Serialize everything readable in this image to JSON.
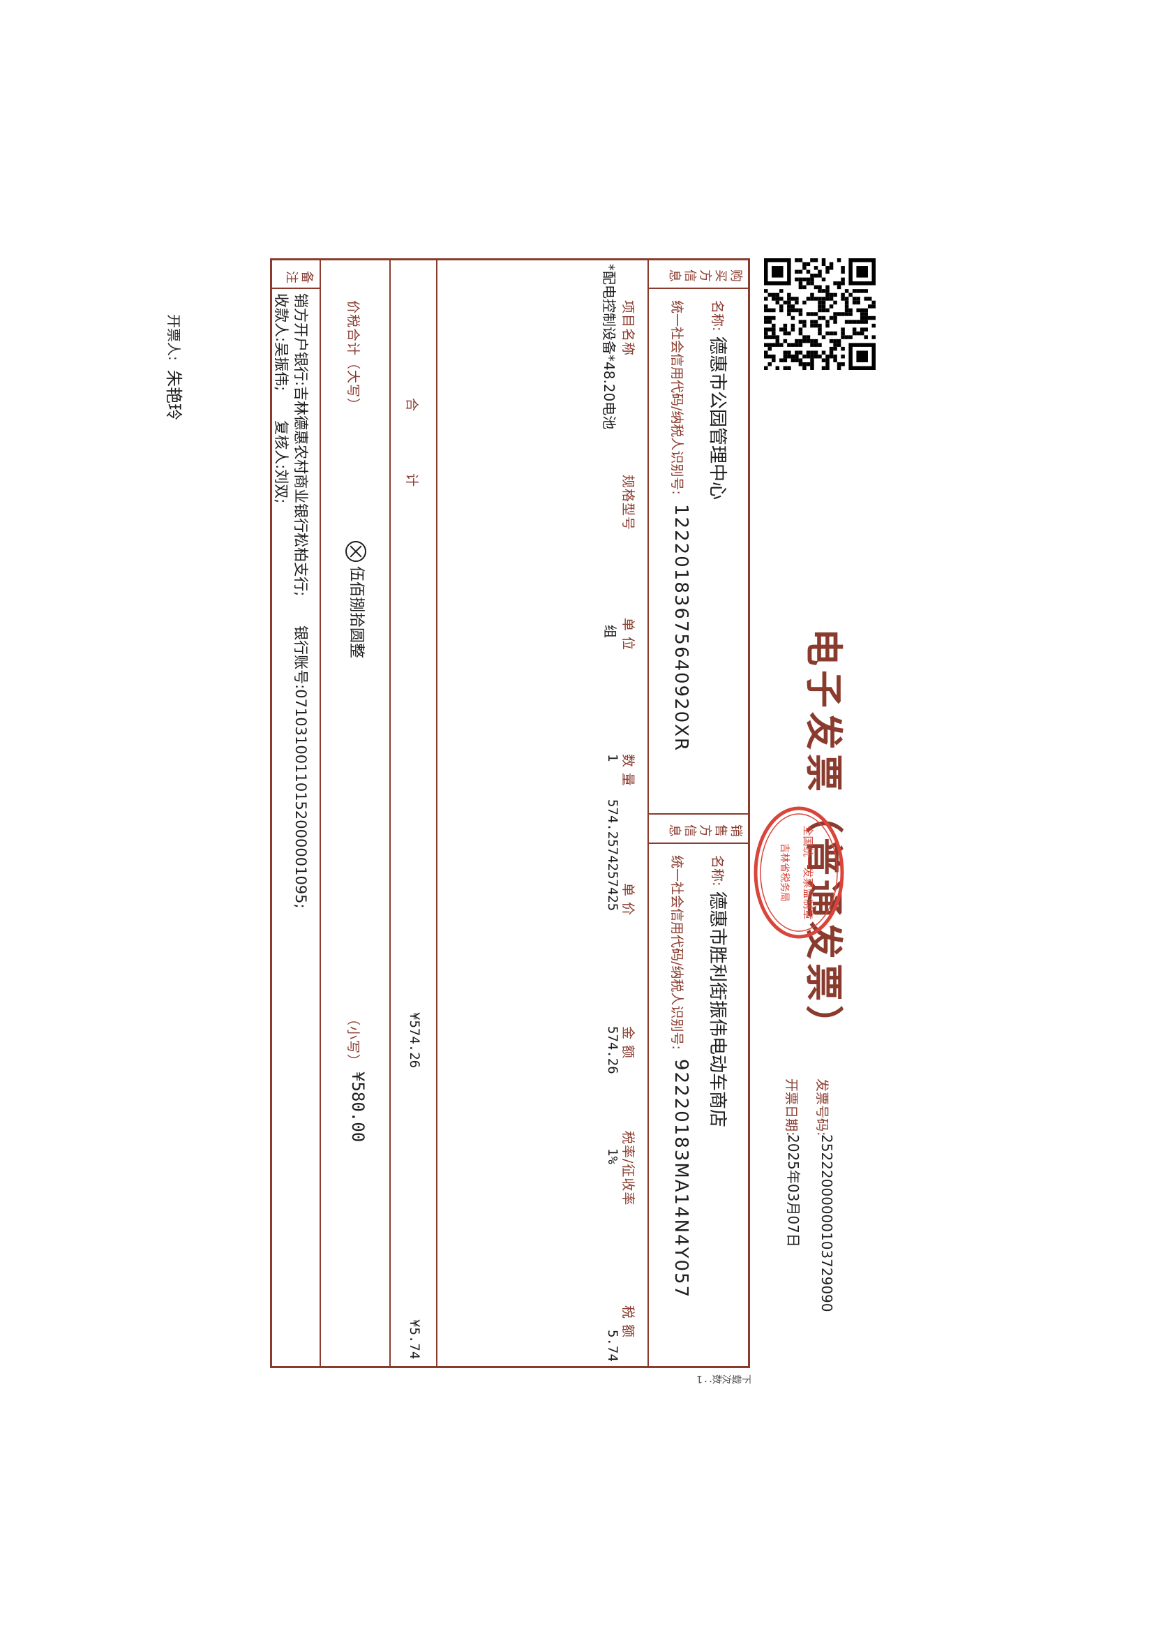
{
  "invoice": {
    "title": "电子发票（普通发票）",
    "invoice_number_label": "发票号码:",
    "invoice_number": "25222000000103729090",
    "issue_date_label": "开票日期:",
    "issue_date": "2025年03月07日",
    "download_count": "下载次数：1"
  },
  "buyer": {
    "section_label": "购买方信息",
    "name_label": "名称:",
    "name": "德惠市公园管理中心",
    "tax_id_label": "统一社会信用代码/纳税人识别号:",
    "tax_id": "12220183675640920XR"
  },
  "seller": {
    "section_label": "销售方信息",
    "name_label": "名称:",
    "name": "德惠市胜利街振伟电动车商店",
    "tax_id_label": "统一社会信用代码/纳税人识别号:",
    "tax_id": "92220183MA14N4Y057"
  },
  "items_table": {
    "headers": [
      "项目名称",
      "规格型号",
      "单 位",
      "数 量",
      "单 价",
      "金 额",
      "税率/征收率",
      "税 额"
    ],
    "rows": [
      {
        "name": "*配电控制设备*48.20电池",
        "spec": "",
        "unit": "组",
        "quantity": "1",
        "unit_price": "574.2574257425",
        "amount": "574.26",
        "tax_rate": "1%",
        "tax": "5.74"
      }
    ]
  },
  "totals": {
    "label": "合　　　计",
    "amount": "¥574.26",
    "tax": "¥5.74",
    "total_label": "价税合计（大写）",
    "total_in_words": "伍佰捌拾圆整",
    "small_label": "（小写）",
    "total_small": "¥580.00"
  },
  "remarks": {
    "label": "备注",
    "bank_line": "销方开户银行:吉林德惠农村商业银行松柏支行;　　银行账号:07103100110152000001095;",
    "people_line": "收款人:吴振伟;　　复核人:刘双;"
  },
  "issuer": {
    "label": "开票人:",
    "name": "朱艳玲"
  },
  "stamp": {
    "line1": "全国统一发票监制章",
    "line2": "吉林省税务局"
  },
  "colors": {
    "accent": "#8a3b2e",
    "stamp": "#d9453a",
    "text": "#1e1e1e"
  }
}
